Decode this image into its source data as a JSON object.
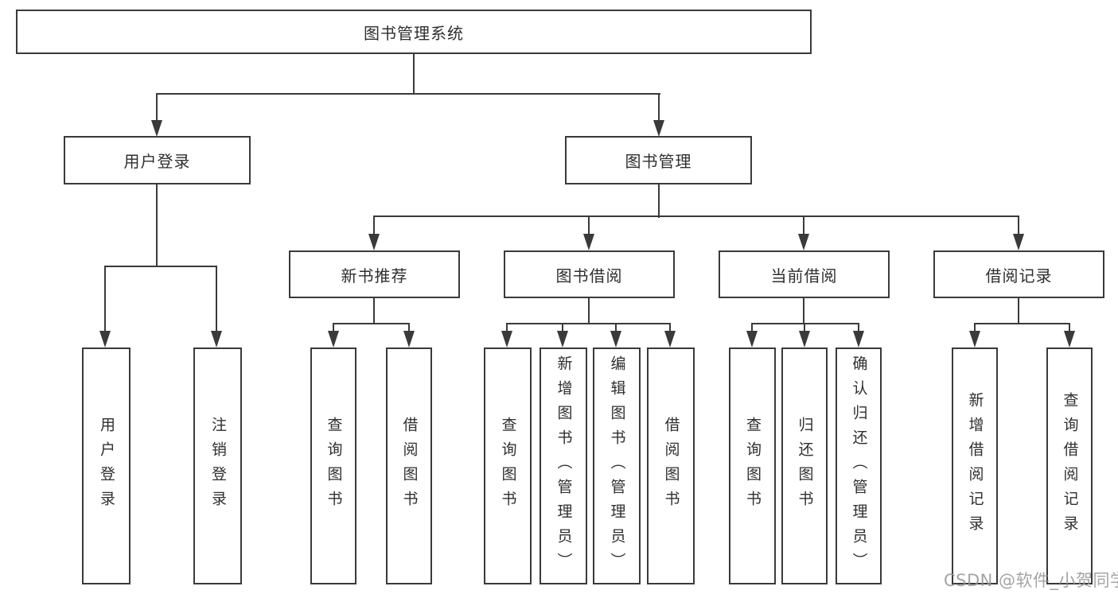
{
  "diagram": {
    "root": {
      "label": "图书管理系统"
    },
    "level2": [
      {
        "label": "用户登录"
      },
      {
        "label": "图书管理"
      }
    ],
    "level3": [
      {
        "label": "新书推荐"
      },
      {
        "label": "图书借阅"
      },
      {
        "label": "当前借阅"
      },
      {
        "label": "借阅记录"
      }
    ],
    "leaves": {
      "user_login": [
        {
          "label": "用户登录"
        },
        {
          "label": "注销登录"
        }
      ],
      "new_books": [
        {
          "label": "查询图书"
        },
        {
          "label": "借阅图书"
        }
      ],
      "book_borrow": [
        {
          "label": "查询图书"
        },
        {
          "label": "新增图书（管理员）"
        },
        {
          "label": "编辑图书（管理员）"
        },
        {
          "label": "借阅图书"
        }
      ],
      "current_borrow": [
        {
          "label": "查询图书"
        },
        {
          "label": "归还图书"
        },
        {
          "label": "确认归还（管理员）"
        }
      ],
      "borrow_records": [
        {
          "label": "新增借阅记录"
        },
        {
          "label": "查询借阅记录"
        }
      ]
    },
    "watermark": "CSDN @软件_小贺同学",
    "colors": {
      "line": "#3a3a3a",
      "text": "#2f2f2f",
      "watermark": "#949494",
      "background": "#ffffff"
    }
  }
}
